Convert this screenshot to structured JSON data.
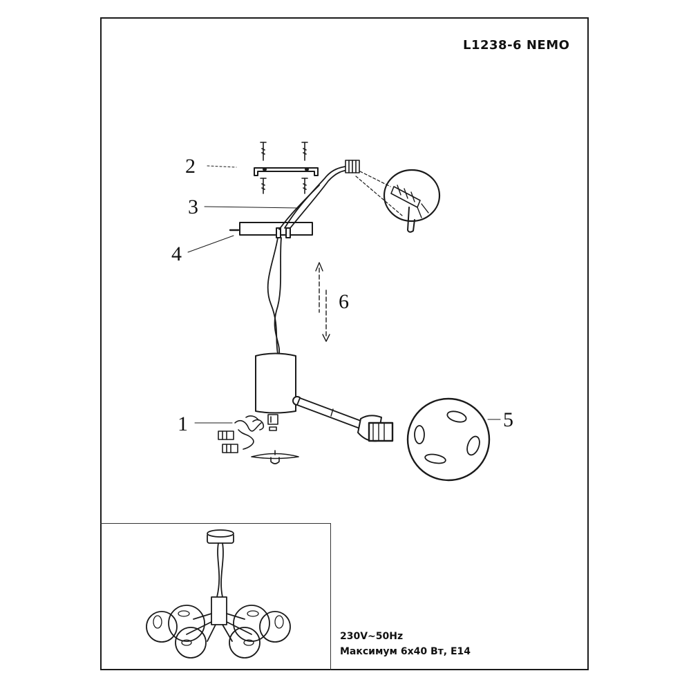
{
  "title": "L1238-6  NEMO",
  "callouts": [
    {
      "id": "1",
      "label": "1"
    },
    {
      "id": "2",
      "label": "2"
    },
    {
      "id": "3",
      "label": "3"
    },
    {
      "id": "4",
      "label": "4"
    },
    {
      "id": "5",
      "label": "5"
    },
    {
      "id": "6",
      "label": "6"
    }
  ],
  "specs": {
    "voltage": "230V~50Hz",
    "power": "Максимум 6х40 Вт, E14"
  }
}
